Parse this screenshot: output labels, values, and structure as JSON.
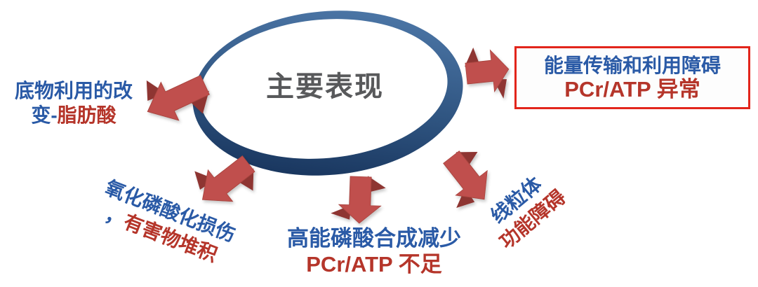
{
  "title": {
    "text": "主要表现"
  },
  "labels": {
    "substrate": {
      "line1": "底物利用的改",
      "line2_blue": "变-",
      "line2_red": "脂肪酸"
    },
    "oxidative": {
      "line1": "氧化磷酸化损伤",
      "line2_blue": "，",
      "line2_red": "有害物堆积"
    },
    "high_energy": {
      "line1": "高能磷酸合成减少",
      "line2": "PCr/ATP 不足"
    },
    "mitochondria": {
      "line1": "线粒体",
      "line2": "功能障碍"
    },
    "energy_box": {
      "line1": "能量传输和利用障碍",
      "line2": "PCr/ATP 异常"
    }
  },
  "icons": {
    "ellipse": "ellipse-ring",
    "arrows": [
      "arrow-down-left",
      "arrow-right",
      "arrow-down-left",
      "arrow-down",
      "arrow-down-right"
    ]
  },
  "colors": {
    "blue_text": "#2A5AA6",
    "red_text": "#B5352A",
    "title_gray": "#58595B",
    "arrow_red": "#C0504D",
    "arrow_dark_red": "#8E3431",
    "box_border_red": "#E2251B",
    "ring_blue_light": "#4A74A4",
    "ring_blue_dark": "#16325A"
  }
}
